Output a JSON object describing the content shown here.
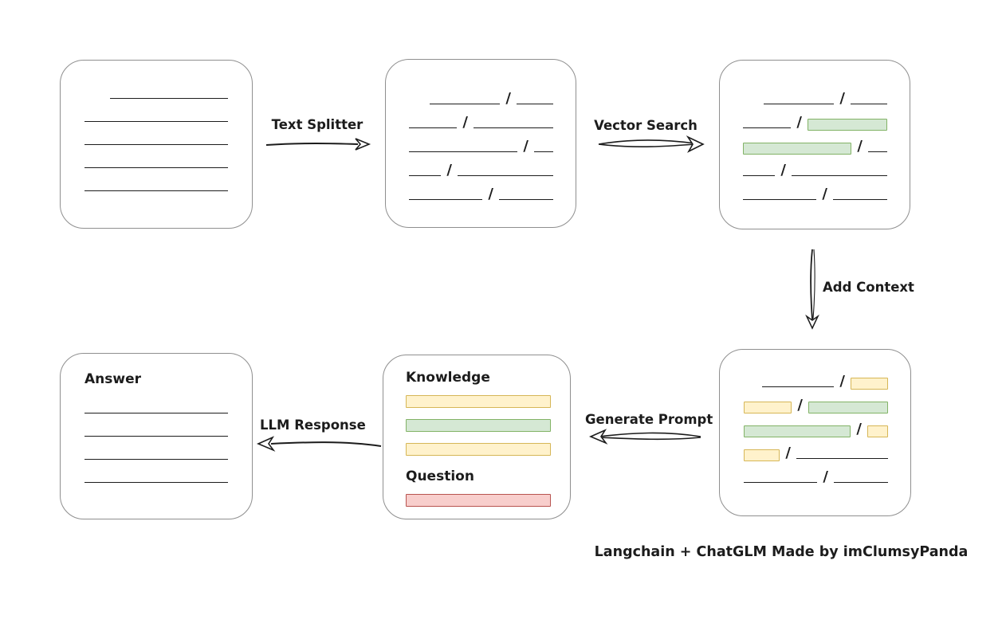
{
  "caption": "Langchain + ChatGLM Made by imClumsyPanda",
  "colors": {
    "line": "#1c1c1c",
    "box_border": "#8f8f8f",
    "green_fill": "#d5e8d4",
    "green_border": "#82b366",
    "yellow_fill": "#fff2cc",
    "yellow_border": "#d6b656",
    "red_fill": "#f8cecc",
    "red_border": "#b85450"
  },
  "arrows": {
    "text_splitter": {
      "label": "Text Splitter",
      "direction": "right"
    },
    "vector_search": {
      "label": "Vector Search",
      "direction": "right"
    },
    "add_context": {
      "label": "Add Context",
      "direction": "down"
    },
    "generate_prompt": {
      "label": "Generate Prompt",
      "direction": "left"
    },
    "llm_response": {
      "label": "LLM Response",
      "direction": "left"
    }
  },
  "boxes": {
    "document": {
      "items": [
        {
          "kind": "row",
          "segs": [
            {
              "t": "line",
              "w": 148
            }
          ]
        },
        {
          "kind": "row",
          "segs": [
            {
              "t": "line",
              "w": 182
            }
          ]
        },
        {
          "kind": "row",
          "segs": [
            {
              "t": "line",
              "w": 182
            }
          ]
        },
        {
          "kind": "row",
          "segs": [
            {
              "t": "line",
              "w": 182
            }
          ]
        },
        {
          "kind": "row",
          "segs": [
            {
              "t": "line",
              "w": 182
            }
          ]
        }
      ]
    },
    "split_chunks": {
      "items": [
        {
          "kind": "row",
          "segs": [
            {
              "t": "line",
              "w": 88
            },
            {
              "t": "slash",
              "ch": "/"
            },
            {
              "t": "line",
              "w": 46
            }
          ]
        },
        {
          "kind": "row",
          "segs": [
            {
              "t": "line",
              "w": 60
            },
            {
              "t": "slash",
              "ch": "/"
            },
            {
              "t": "line",
              "w": 100
            }
          ]
        },
        {
          "kind": "row",
          "segs": [
            {
              "t": "line",
              "w": 136
            },
            {
              "t": "slash",
              "ch": "/"
            },
            {
              "t": "line",
              "w": 24
            }
          ]
        },
        {
          "kind": "row",
          "segs": [
            {
              "t": "line",
              "w": 40
            },
            {
              "t": "slash",
              "ch": "/"
            },
            {
              "t": "line",
              "w": 120
            }
          ]
        },
        {
          "kind": "row",
          "segs": [
            {
              "t": "line",
              "w": 92
            },
            {
              "t": "slash",
              "ch": "/"
            },
            {
              "t": "line",
              "w": 68
            }
          ]
        }
      ]
    },
    "matched_chunks": {
      "items": [
        {
          "kind": "row",
          "segs": [
            {
              "t": "line",
              "w": 88
            },
            {
              "t": "slash",
              "ch": "/"
            },
            {
              "t": "line",
              "w": 46
            }
          ]
        },
        {
          "kind": "row",
          "segs": [
            {
              "t": "line",
              "w": 60
            },
            {
              "t": "slash",
              "ch": "/"
            },
            {
              "t": "chunk",
              "c": "green",
              "w": 100
            }
          ]
        },
        {
          "kind": "row",
          "segs": [
            {
              "t": "chunk",
              "c": "green",
              "w": 136
            },
            {
              "t": "slash",
              "ch": "/"
            },
            {
              "t": "line",
              "w": 24
            }
          ]
        },
        {
          "kind": "row",
          "segs": [
            {
              "t": "line",
              "w": 40
            },
            {
              "t": "slash",
              "ch": "/"
            },
            {
              "t": "line",
              "w": 120
            }
          ]
        },
        {
          "kind": "row",
          "segs": [
            {
              "t": "line",
              "w": 92
            },
            {
              "t": "slash",
              "ch": "/"
            },
            {
              "t": "line",
              "w": 68
            }
          ]
        }
      ]
    },
    "context_chunks": {
      "items": [
        {
          "kind": "row",
          "segs": [
            {
              "t": "line",
              "w": 90
            },
            {
              "t": "slash",
              "ch": "/"
            },
            {
              "t": "chunk",
              "c": "yellow",
              "w": 47
            }
          ]
        },
        {
          "kind": "row",
          "segs": [
            {
              "t": "chunk",
              "c": "yellow",
              "w": 60
            },
            {
              "t": "slash",
              "ch": "/"
            },
            {
              "t": "chunk",
              "c": "green",
              "w": 100
            }
          ]
        },
        {
          "kind": "row",
          "segs": [
            {
              "t": "chunk",
              "c": "green",
              "w": 134
            },
            {
              "t": "slash",
              "ch": "/"
            },
            {
              "t": "chunk",
              "c": "yellow",
              "w": 26
            }
          ]
        },
        {
          "kind": "row",
          "segs": [
            {
              "t": "chunk",
              "c": "yellow",
              "w": 45
            },
            {
              "t": "slash",
              "ch": "/"
            },
            {
              "t": "line",
              "w": 115
            }
          ]
        },
        {
          "kind": "row",
          "segs": [
            {
              "t": "line",
              "w": 92
            },
            {
              "t": "slash",
              "ch": "/"
            },
            {
              "t": "line",
              "w": 68
            }
          ]
        }
      ]
    },
    "prompt": {
      "items": [
        {
          "kind": "title",
          "text": "Knowledge"
        },
        {
          "kind": "bar",
          "c": "yellow"
        },
        {
          "kind": "bar",
          "c": "green"
        },
        {
          "kind": "bar",
          "c": "yellow"
        },
        {
          "kind": "title",
          "text": "Question"
        },
        {
          "kind": "bar",
          "c": "red"
        }
      ]
    },
    "answer": {
      "items": [
        {
          "kind": "title",
          "text": "Answer"
        },
        {
          "kind": "row",
          "segs": [
            {
              "t": "line",
              "w": 182
            }
          ]
        },
        {
          "kind": "row",
          "segs": [
            {
              "t": "line",
              "w": 182
            }
          ]
        },
        {
          "kind": "row",
          "segs": [
            {
              "t": "line",
              "w": 182
            }
          ]
        },
        {
          "kind": "row",
          "segs": [
            {
              "t": "line",
              "w": 182
            }
          ]
        }
      ]
    }
  }
}
